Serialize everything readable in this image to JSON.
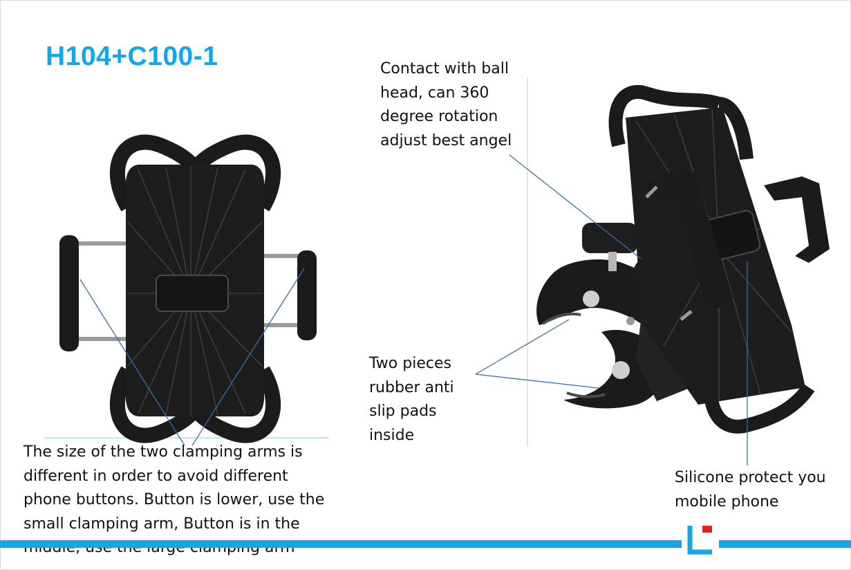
{
  "title": "H104+C100-1",
  "callouts": {
    "ball_head": "Contact with ball\nhead, can 360\ndegree rotation\nadjust best angel",
    "rubber_pads": "Two pieces\nrubber anti\nslip pads\ninside",
    "silicone": "Silicone protect you\nmobile phone",
    "clamping_arms": "The size of the two clamping arms is\ndifferent in order to avoid different\nphone buttons. Button is lower, use the\nsmall clamping arm, Button is in the\nmiddle, use the large clamping arm"
  },
  "colors": {
    "accent": "#11a7ea",
    "product": "#1b1b1b",
    "leader_line": "#3b6ea8",
    "logo_red": "#e0231c"
  },
  "icons": {
    "front_view": "phone-holder-front-icon",
    "side_view": "phone-holder-side-icon",
    "logo": "brand-logo-icon"
  }
}
